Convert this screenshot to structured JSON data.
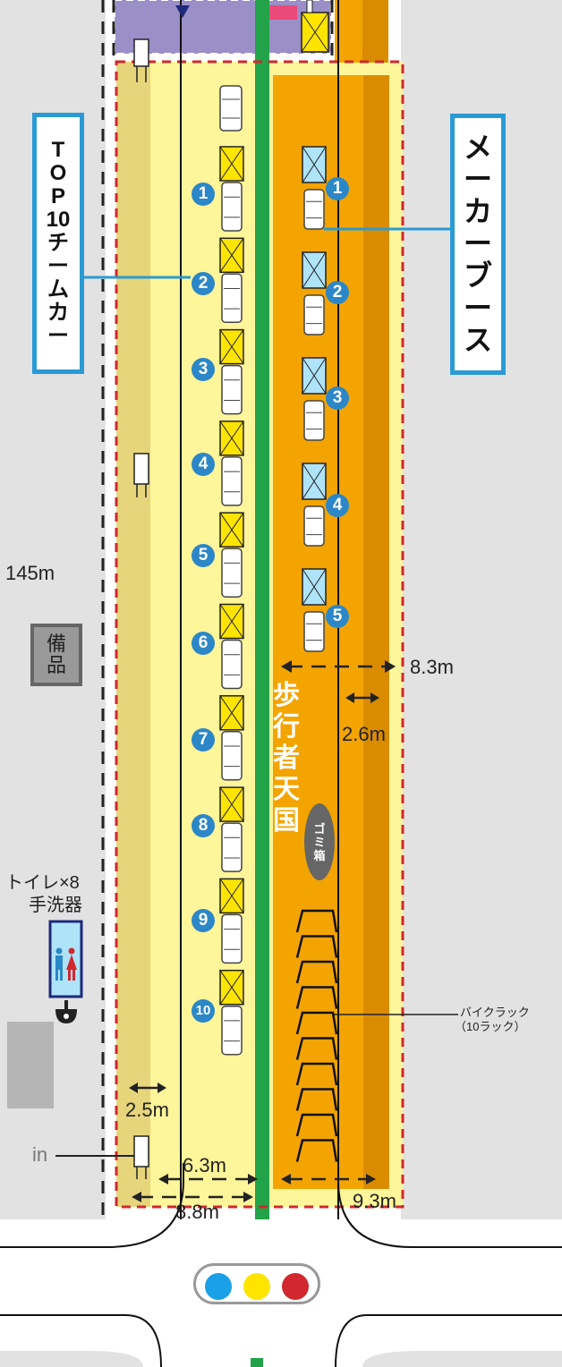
{
  "labels": {
    "top10_box": [
      "T",
      "O",
      "P",
      "10",
      "チ",
      "ー",
      "ム",
      "カ",
      "ー"
    ],
    "maker_box": [
      "メ",
      "ー",
      "カ",
      "ー",
      "ブ",
      "ー",
      "ス"
    ],
    "pedestrian": [
      "歩",
      "行",
      "者",
      "天",
      "国"
    ],
    "trash": [
      "ゴ",
      "ミ",
      "箱"
    ],
    "bihin": [
      "備",
      "品"
    ],
    "toilet_line1": "トイレ×8",
    "toilet_line2": "手洗器",
    "bike_rack_line1": "バイクラック",
    "bike_rack_line2": "（10ラック）",
    "entrance": "in"
  },
  "dimensions": {
    "d145": "145m",
    "d83": "8.3m",
    "d26": "2.6m",
    "d25": "2.5m",
    "d63": "6.3m",
    "d88": "8.8m",
    "d93": "9.3m"
  },
  "team_numbers": [
    "1",
    "2",
    "3",
    "4",
    "5",
    "6",
    "7",
    "8",
    "9",
    "10"
  ],
  "maker_numbers": [
    "1",
    "2",
    "3",
    "4",
    "5"
  ],
  "colors": {
    "pale_yellow": "#fff59a",
    "khaki": "#e6d57a",
    "orange": "#f3a400",
    "dark_orange": "#d98c00",
    "green": "#22a34a",
    "purple": "#9b8fc8",
    "blue_accent": "#2a9ad4",
    "number_blue": "#2b87c8",
    "red_dashed": "#d0282e",
    "road_gray": "#e2e2e2"
  }
}
